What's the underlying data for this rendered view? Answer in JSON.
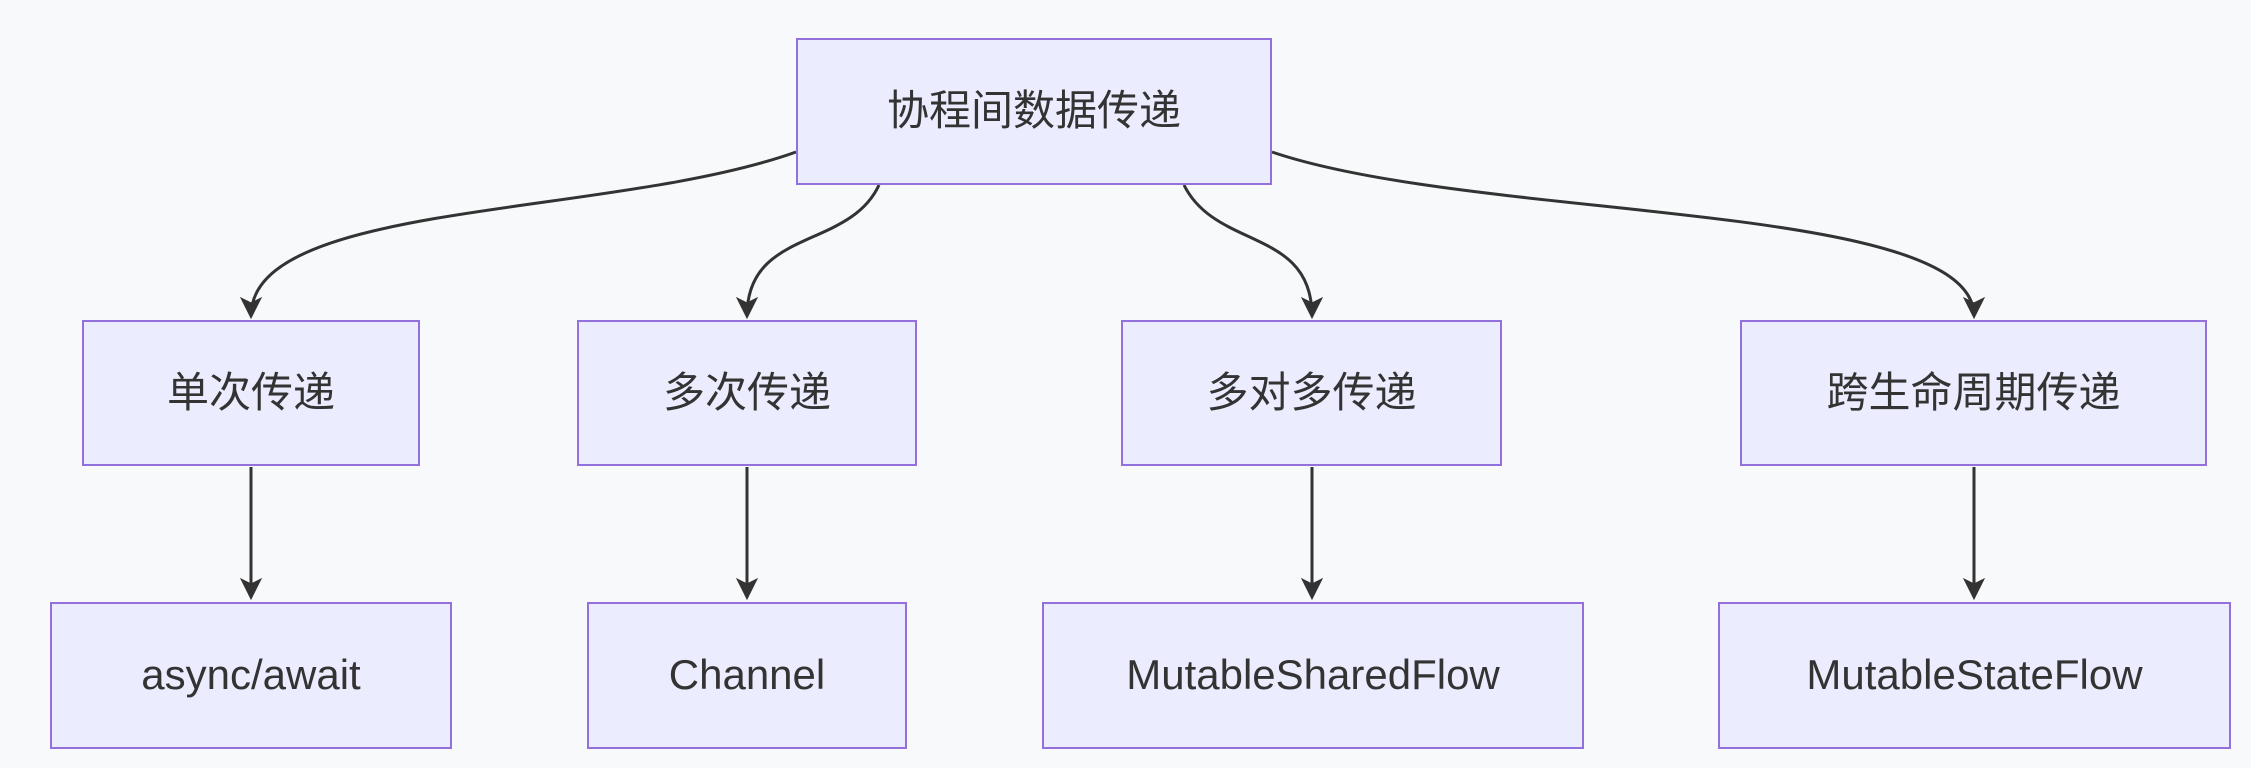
{
  "diagram": {
    "type": "flowchart",
    "direction": "top-down",
    "colors": {
      "background": "#f8f9fa",
      "node_fill": "#ececff",
      "node_border": "#9370db",
      "edge": "#333333",
      "text": "#333333"
    },
    "nodes": {
      "root": {
        "label": "协程间数据传递"
      },
      "single_pass": {
        "label": "单次传递"
      },
      "multi_pass": {
        "label": "多次传递"
      },
      "many_to_many": {
        "label": "多对多传递"
      },
      "cross_lifecycle": {
        "label": "跨生命周期传递"
      },
      "async_await": {
        "label": "async/await"
      },
      "channel": {
        "label": "Channel"
      },
      "mutable_shared_flow": {
        "label": "MutableSharedFlow"
      },
      "mutable_state_flow": {
        "label": "MutableStateFlow"
      }
    },
    "edges": [
      {
        "from": "协程间数据传递",
        "to": "单次传递"
      },
      {
        "from": "协程间数据传递",
        "to": "多次传递"
      },
      {
        "from": "协程间数据传递",
        "to": "多对多传递"
      },
      {
        "from": "协程间数据传递",
        "to": "跨生命周期传递"
      },
      {
        "from": "单次传递",
        "to": "async/await"
      },
      {
        "from": "多次传递",
        "to": "Channel"
      },
      {
        "from": "多对多传递",
        "to": "MutableSharedFlow"
      },
      {
        "from": "跨生命周期传递",
        "to": "MutableStateFlow"
      }
    ]
  }
}
